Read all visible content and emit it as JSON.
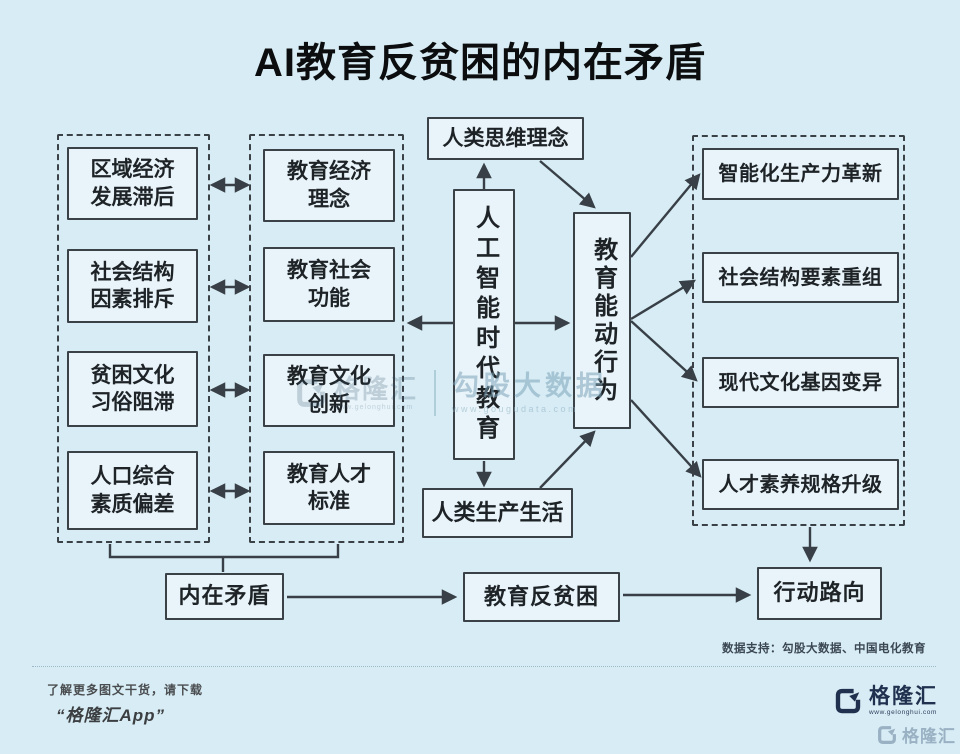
{
  "title": "AI教育反贫困的内在矛盾",
  "colors": {
    "background": "#d7ecf4",
    "box_fill": "#e8f4f9",
    "line": "#383f46",
    "brand_navy": "#203150",
    "watermark_blue": "#7da4ba"
  },
  "poverty_factors": {
    "items": [
      "区域经济发展滞后",
      "社会结构因素排斥",
      "贫困文化习俗阻滞",
      "人口综合素质偏差"
    ]
  },
  "education_functions": {
    "items": [
      "教育经济理念",
      "教育社会功能",
      "教育文化创新",
      "教育人才标准"
    ]
  },
  "core": {
    "top": "人类思维理念",
    "main": "人工智能时代教育",
    "bottom": "人类生产生活",
    "action": "教育能动行为"
  },
  "transformations": {
    "items": [
      "智能化生产力革新",
      "社会结构要素重组",
      "现代文化基因变异",
      "人才素养规格升级"
    ]
  },
  "flow": {
    "items": [
      "内在矛盾",
      "教育反贫困",
      "行动路向"
    ]
  },
  "watermark": {
    "brand": "格隆汇",
    "brand_url": "www.gelonghui.com",
    "partner": "勾股大数据",
    "partner_url": "www.gougudata.com"
  },
  "footer": {
    "data_support": "数据支持：勾股大数据、中国电化教育",
    "promo_line1": "了解更多图文干货，请下载",
    "promo_line2": "“格隆汇App”",
    "brand": "格隆汇",
    "brand_url": "www.gelonghui.com"
  }
}
